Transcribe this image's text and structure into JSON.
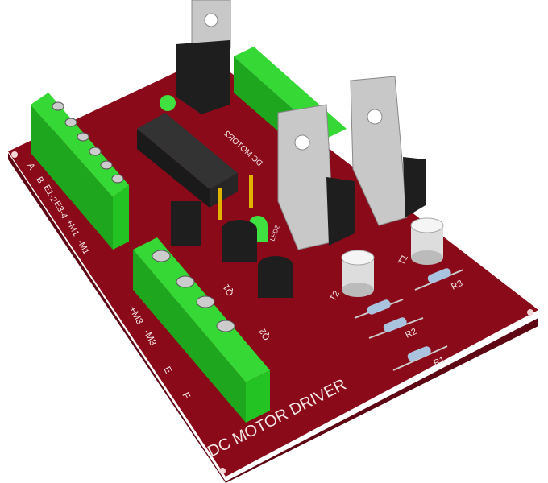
{
  "board": {
    "title": "DC MOTOR DRIVER",
    "colors": {
      "pcb": "#8b0a1a",
      "pcb_edge": "#5e0612",
      "terminal": "#22c322",
      "heatsink": "#c8c8c8",
      "ic": "#1e1e1e",
      "led": "#3fe03f",
      "silk": "#f3e6e6"
    },
    "labels_left": [
      "A",
      "B",
      "E1-2",
      "E3-4",
      "+M1",
      "-M1"
    ],
    "labels_bottom": [
      "+M3",
      "-M3",
      "E",
      "F"
    ],
    "component_labels": {
      "q1": "Q1",
      "q2": "Q2",
      "t1": "T1",
      "t2": "T2",
      "r1": "R1",
      "r2": "R2",
      "r3": "R3",
      "led": "LED2",
      "motor2": "DC MOTOR2"
    }
  }
}
